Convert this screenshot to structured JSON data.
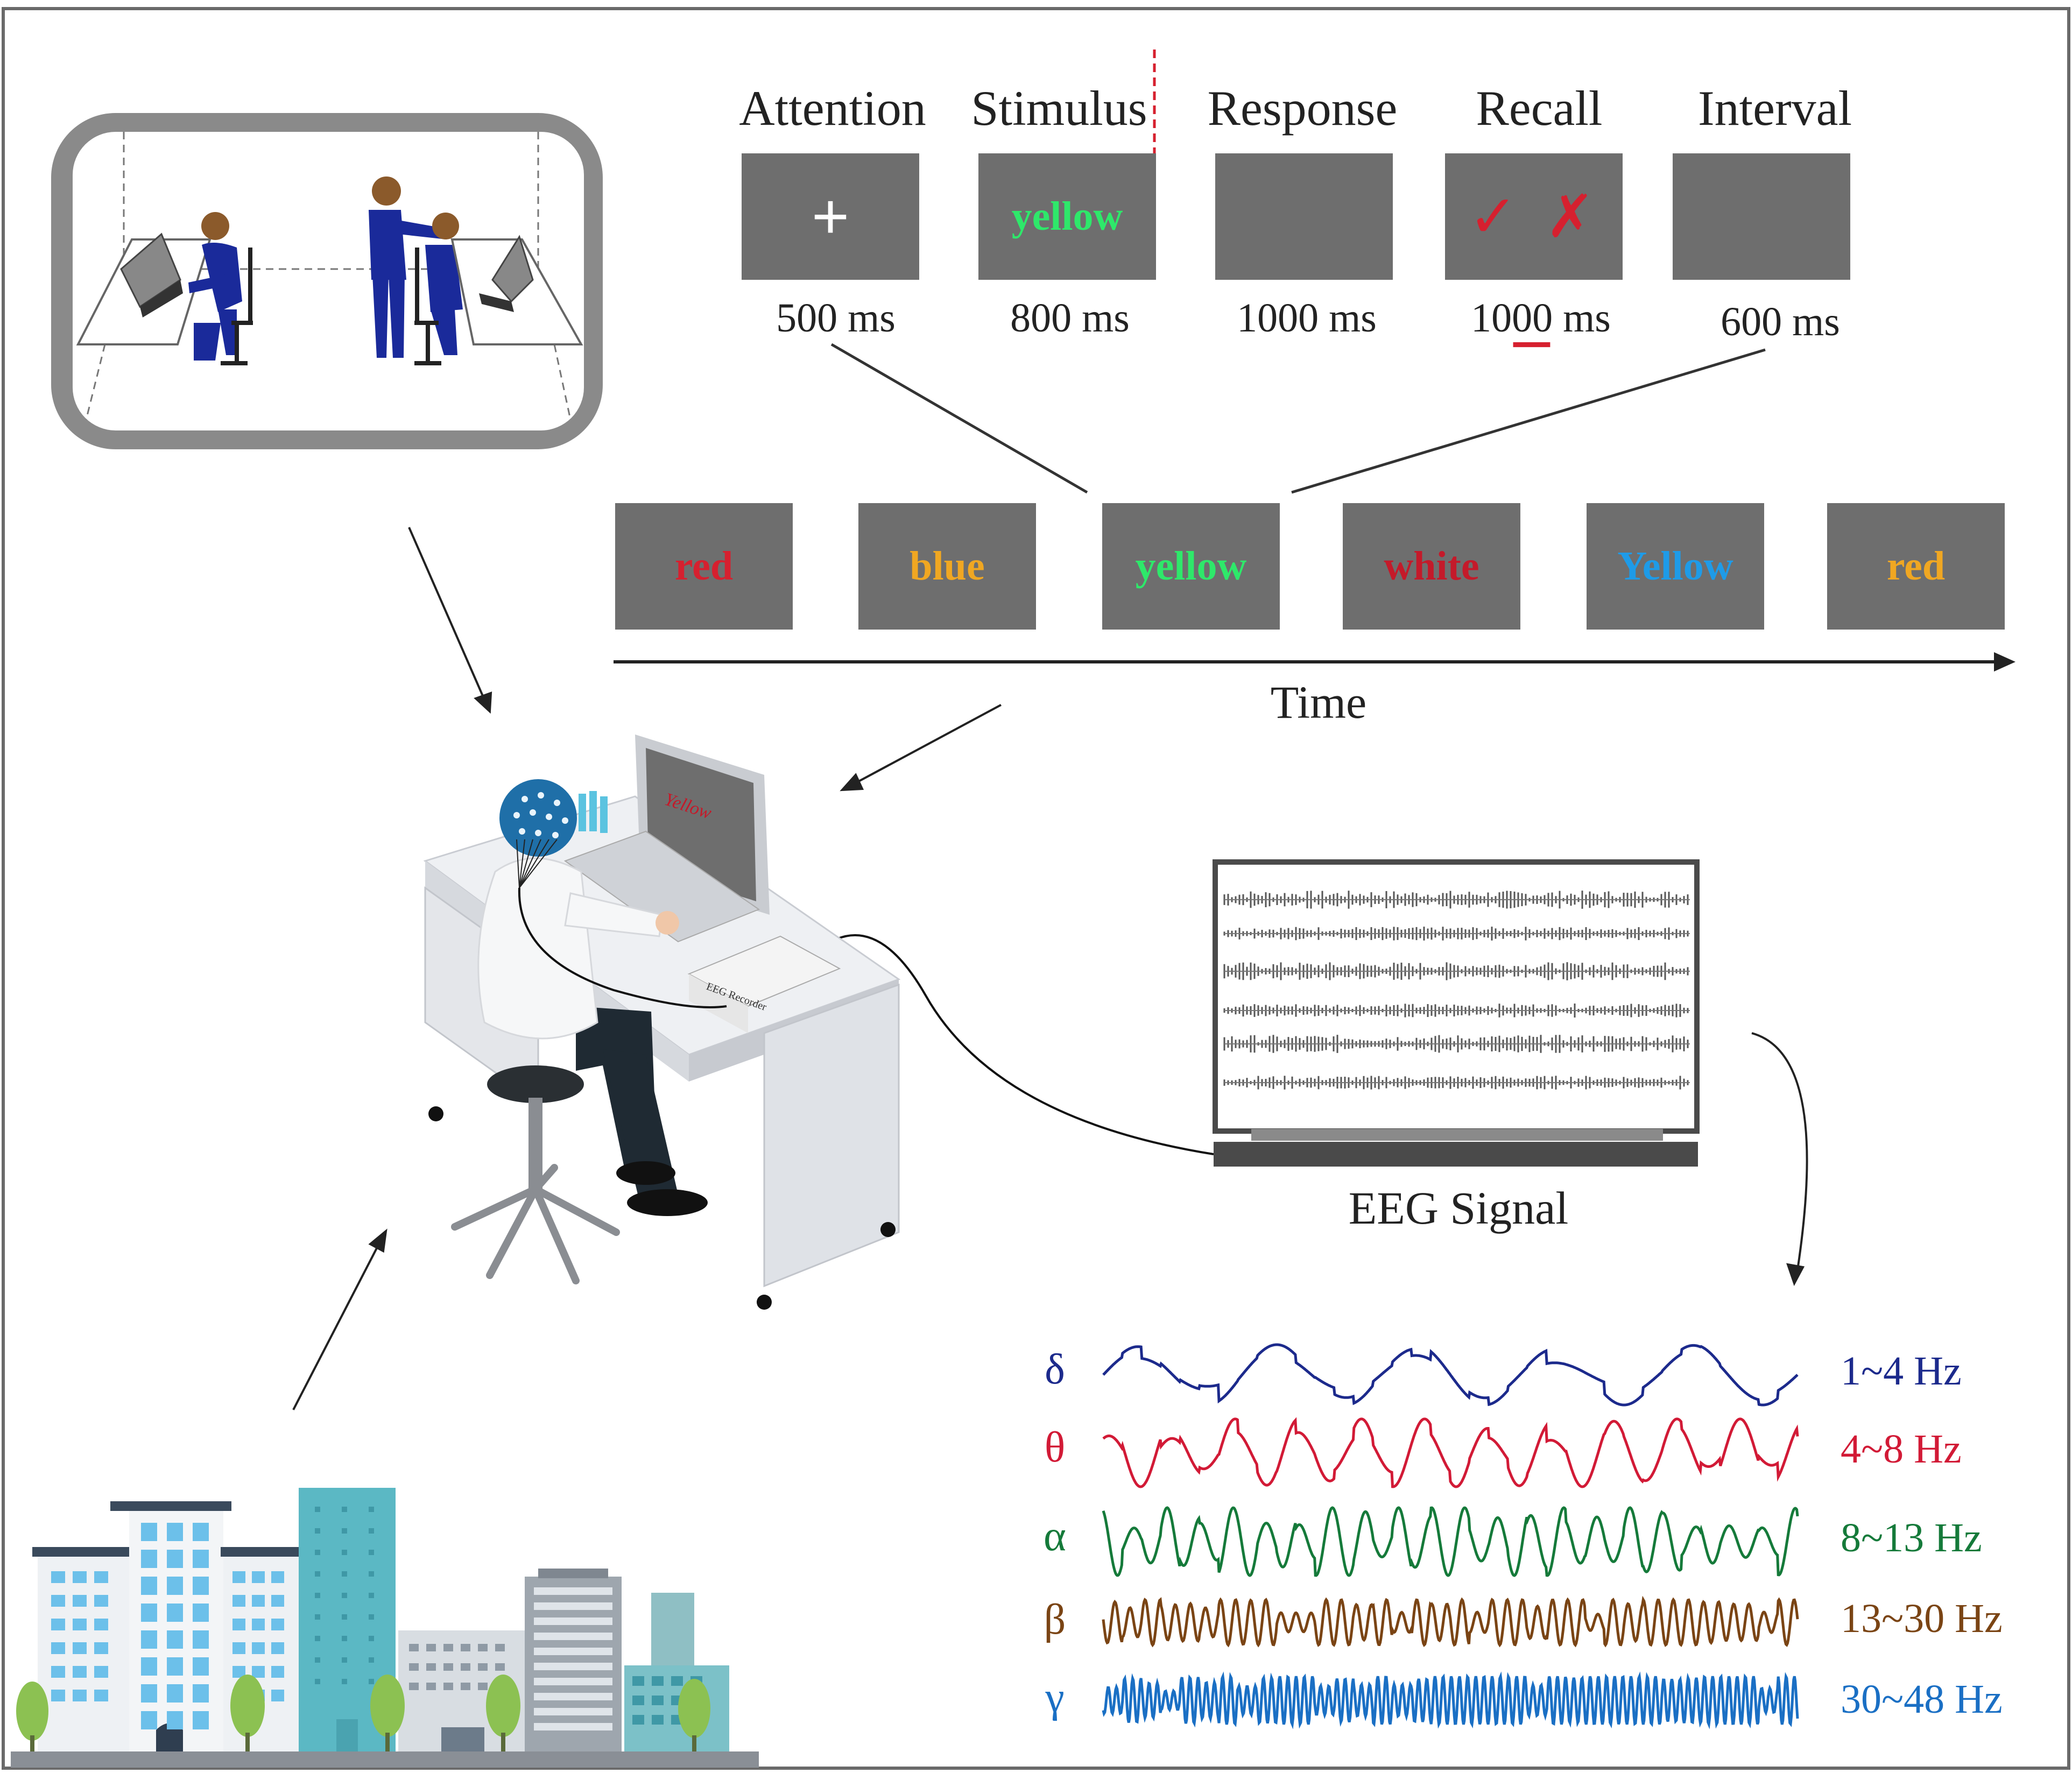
{
  "phases": [
    {
      "label": "Attention",
      "duration": "500 ms",
      "content": "+"
    },
    {
      "label": "Stimulus",
      "duration": "800 ms",
      "content": "yellow"
    },
    {
      "label": "Response",
      "duration": "1000 ms",
      "content": ""
    },
    {
      "label": "Recall",
      "duration": "1000 ms",
      "content": "✓ ✗ −"
    },
    {
      "label": "Interval",
      "duration": "600 ms",
      "content": ""
    }
  ],
  "sequence": [
    {
      "word": "red",
      "color": "#d6202f"
    },
    {
      "word": "blue",
      "color": "#f0a722"
    },
    {
      "word": "yellow",
      "color": "#2ee86a"
    },
    {
      "word": "white",
      "color": "#c41a2a"
    },
    {
      "word": "Yellow",
      "color": "#1e9be8"
    },
    {
      "word": "red",
      "color": "#f0a722"
    }
  ],
  "time_label": "Time",
  "eeg_signal_label": "EEG Signal",
  "monitor_word": "Yellow",
  "recorder_label": "EEG Recorder",
  "bands": [
    {
      "symbol": "δ",
      "range": "1~4 Hz",
      "color": "#1c2a8c"
    },
    {
      "symbol": "θ",
      "range": "4~8 Hz",
      "color": "#d21a36"
    },
    {
      "symbol": "α",
      "range": "8~13 Hz",
      "color": "#157a3a"
    },
    {
      "symbol": "β",
      "range": "13~30 Hz",
      "color": "#7a4414"
    },
    {
      "symbol": "γ",
      "range": "30~48 Hz",
      "color": "#1a6fc4"
    }
  ],
  "colors": {
    "screen_gray": "#6e6e6e",
    "recall_red": "#d6202f",
    "stimulus_green": "#2ee86a",
    "person_blue": "#1a2a9a",
    "skin_brown": "#8b5a2b",
    "building_teal": "#5bb8c4",
    "tree_green": "#8cc152"
  }
}
